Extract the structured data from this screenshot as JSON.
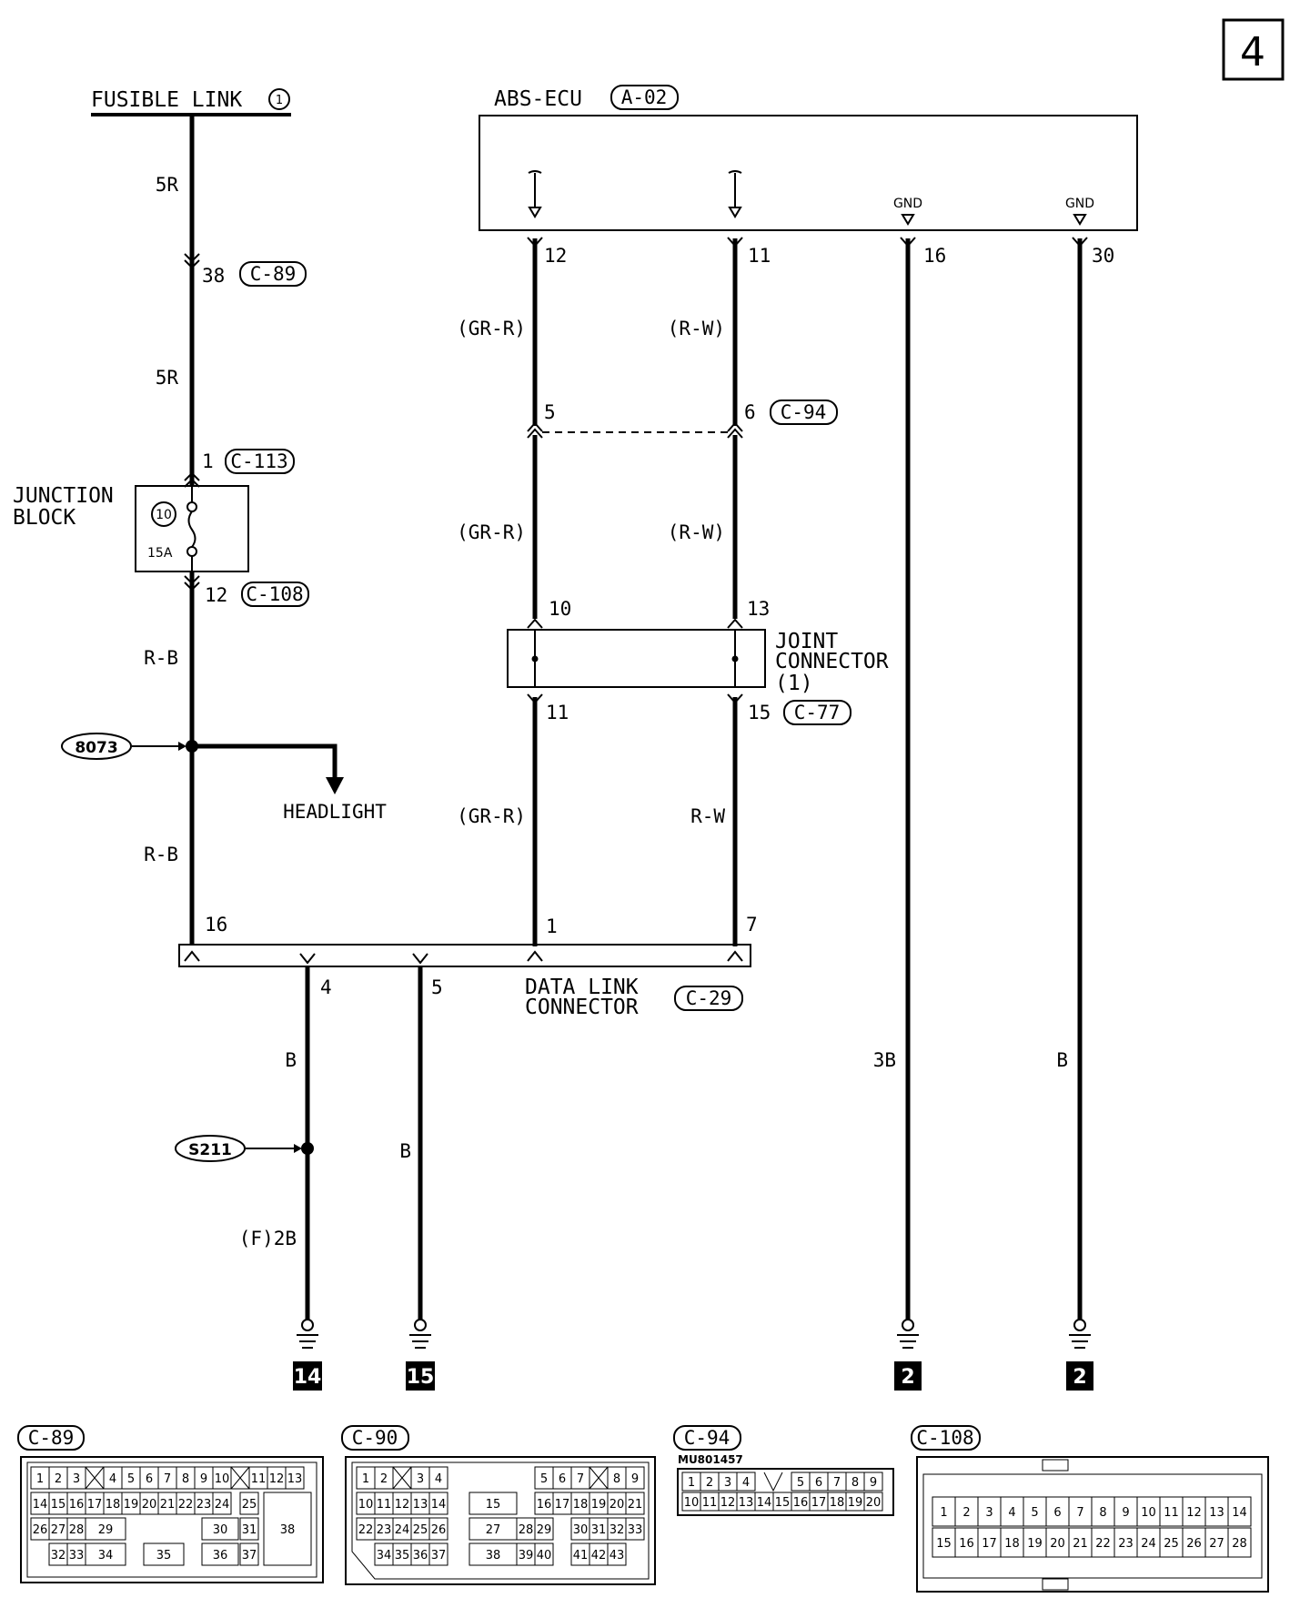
{
  "page_number": "4",
  "fusible_link": {
    "label": "FUSIBLE LINK",
    "num": "1"
  },
  "abs_ecu": {
    "label": "ABS-ECU",
    "connector": "A-02",
    "gnd1": "GND",
    "gnd2": "GND"
  },
  "ecu_pins": {
    "p12": "12",
    "p11": "11",
    "p16": "16",
    "p30": "30"
  },
  "wires": {
    "w5r_top": "5R",
    "w5r_mid": "5R",
    "grr1": "(GR-R)",
    "rw1": "(R-W)",
    "grr2": "(GR-R)",
    "rw2": "(R-W)",
    "grr3": "(GR-R)",
    "rw3": "R-W",
    "rb1": "R-B",
    "rb2": "R-B",
    "b_dlc4": "B",
    "f2b": "(F)2B",
    "b_dlc5": "B",
    "b3": "3B",
    "b_30": "B"
  },
  "connectors": {
    "c89_pin": "38",
    "c89": "C-89",
    "c113_pin": "1",
    "c113": "C-113",
    "c108_pin": "12",
    "c108": "C-108",
    "c94_pin5": "5",
    "c94_pin6": "6",
    "c94": "C-94",
    "jc_pin10": "10",
    "jc_pin13": "13",
    "jc_pin11": "11",
    "jc_pin15": "15",
    "c77": "C-77",
    "dlc_pin16": "16",
    "dlc_pin1": "1",
    "dlc_pin7": "7",
    "dlc_pin4": "4",
    "dlc_pin5": "5",
    "c29": "C-29"
  },
  "junction_block": {
    "line1": "JUNCTION",
    "line2": "BLOCK",
    "fuse_num": "10",
    "fuse_rating": "15A"
  },
  "joint_connector": {
    "line1": "JOINT",
    "line2": "CONNECTOR",
    "line3": "(1)"
  },
  "data_link_connector": {
    "line1": "DATA LINK",
    "line2": "CONNECTOR"
  },
  "splices": {
    "s1": "8073",
    "s2": "S211"
  },
  "headlight": "HEADLIGHT",
  "grounds": {
    "g14": "14",
    "g15": "15",
    "g2a": "2",
    "g2b": "2"
  },
  "connector_views": {
    "c89": {
      "title": "C-89",
      "row1": [
        "1",
        "2",
        "3",
        "",
        "4",
        "5",
        "6",
        "7",
        "8",
        "9",
        "10",
        "",
        "11",
        "12",
        "13"
      ],
      "row2": [
        "14",
        "15",
        "16",
        "17",
        "18",
        "19",
        "20",
        "21",
        "22",
        "23",
        "24",
        "25"
      ],
      "row3": [
        "26",
        "27",
        "28",
        "29",
        "30",
        "31"
      ],
      "row4": [
        "32",
        "33",
        "34",
        "35",
        "36",
        "37"
      ],
      "big": "38"
    },
    "c90": {
      "title": "C-90",
      "row1": [
        "1",
        "2",
        "",
        "3",
        "4",
        "5",
        "6",
        "7",
        "",
        "8",
        "9"
      ],
      "row2": [
        "10",
        "11",
        "12",
        "13",
        "14",
        "15",
        "16",
        "17",
        "18",
        "19",
        "20",
        "21"
      ],
      "row3": [
        "22",
        "23",
        "24",
        "25",
        "26",
        "27",
        "28",
        "29",
        "30",
        "31",
        "32",
        "33"
      ],
      "row4": [
        "34",
        "35",
        "36",
        "37",
        "38",
        "39",
        "40",
        "41",
        "42",
        "43"
      ]
    },
    "c94": {
      "title": "C-94",
      "part": "MU801457",
      "row1": [
        "1",
        "2",
        "3",
        "4",
        "5",
        "6",
        "7",
        "8",
        "9"
      ],
      "row2": [
        "10",
        "11",
        "12",
        "13",
        "14",
        "15",
        "16",
        "17",
        "18",
        "19",
        "20"
      ]
    },
    "c108": {
      "title": "C-108",
      "row1": [
        "1",
        "2",
        "3",
        "4",
        "5",
        "6",
        "7",
        "8",
        "9",
        "10",
        "11",
        "12",
        "13",
        "14"
      ],
      "row2": [
        "15",
        "16",
        "17",
        "18",
        "19",
        "20",
        "21",
        "22",
        "23",
        "24",
        "25",
        "26",
        "27",
        "28"
      ]
    }
  }
}
